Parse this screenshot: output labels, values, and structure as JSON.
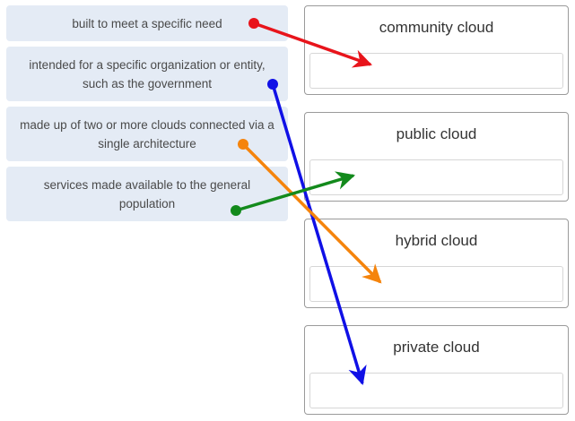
{
  "items": [
    {
      "text": "built to meet a specific need"
    },
    {
      "text": "intended for a specific organization or entity, such as the government"
    },
    {
      "text": "made up of two or more clouds connected via a single architecture"
    },
    {
      "text": "services made available to the general population"
    }
  ],
  "targets": [
    {
      "title": "community cloud"
    },
    {
      "title": "public cloud"
    },
    {
      "title": "hybrid cloud"
    },
    {
      "title": "private cloud"
    }
  ],
  "arrow_colors": {
    "red": "#e8141b",
    "blue": "#1010e6",
    "orange": "#f5840c",
    "green": "#138a1c"
  }
}
